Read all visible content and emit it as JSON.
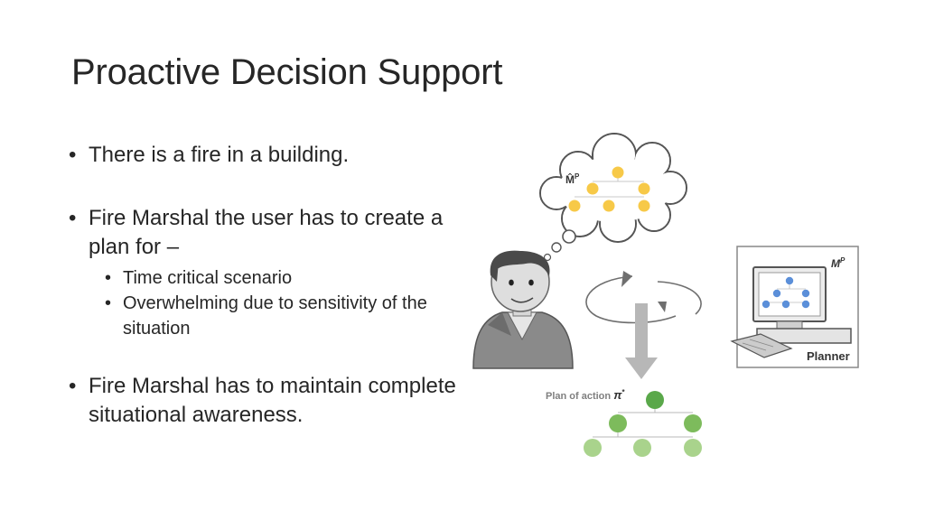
{
  "slide": {
    "title": "Proactive Decision Support"
  },
  "bullets": [
    {
      "text": "There is a fire in a building."
    },
    {
      "text": "Fire Marshal the user has to create a plan for –",
      "sub": [
        {
          "text": "Time critical scenario"
        },
        {
          "text": "Overwhelming due to sensitivity of the situation"
        }
      ]
    },
    {
      "text": "Fire Marshal has to maintain complete situational awareness."
    }
  ],
  "diagram": {
    "thought_model_label": "M̂",
    "thought_model_sup": "P",
    "planner_model_label": "M",
    "planner_model_sup": "P",
    "planner_label": "Planner",
    "plan_label": "Plan of action ",
    "plan_symbol": "π",
    "plan_sup": "*",
    "colors": {
      "thought_nodes": "#f7c948",
      "planner_nodes": "#5b8fd9",
      "plan_root": "#5aa84a",
      "plan_mid": "#7dbb5c",
      "plan_leaf": "#a9d38c",
      "arrow": "#b7b7b7"
    }
  }
}
